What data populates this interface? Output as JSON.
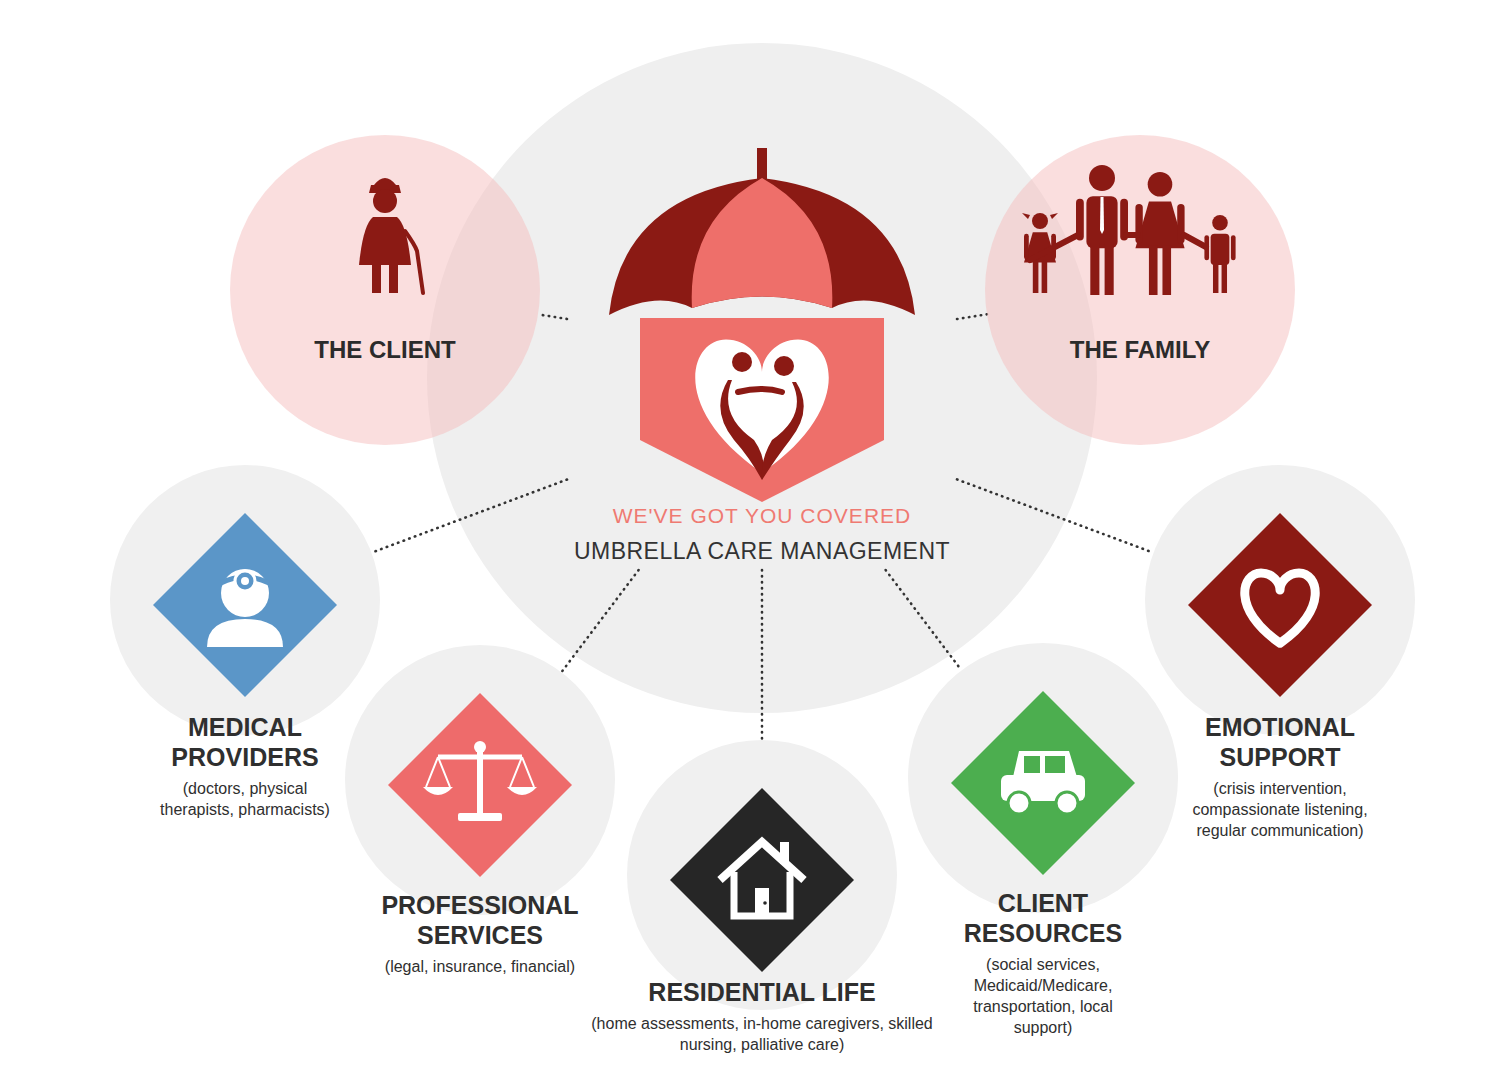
{
  "diagram": {
    "nodes": [
      {
        "text": [
          "WE'VE GOT YOU COVERED",
          "UMBRELLA CARE MANAGEMENT"
        ]
      },
      {
        "text": [
          "THE CLIENT"
        ]
      },
      {
        "text": [
          "THE FAMILY"
        ]
      },
      {
        "text": [
          "MEDICAL PROVIDERS",
          "(doctors, physical therapists, pharmacists)"
        ]
      },
      {
        "text": [
          "PROFESSIONAL SERVICES",
          "(legal, insurance, financial)"
        ]
      },
      {
        "text": [
          "RESIDENTIAL LIFE",
          "(home assessments, in-home caregivers, skilled nursing, palliative care)"
        ]
      },
      {
        "text": [
          "CLIENT RESOURCES",
          "(social services, Medicaid/Medicare, transportation, local support)"
        ]
      },
      {
        "text": [
          "EMOTIONAL SUPPORT",
          "(crisis intervention, compassionate listening, regular communication)"
        ]
      }
    ],
    "edges": [
      {
        "from": 0,
        "to": 1,
        "arrow": "none"
      },
      {
        "from": 0,
        "to": 2,
        "arrow": "none"
      },
      {
        "from": 0,
        "to": 3,
        "arrow": "none"
      },
      {
        "from": 0,
        "to": 4,
        "arrow": "none"
      },
      {
        "from": 0,
        "to": 5,
        "arrow": "none"
      },
      {
        "from": 0,
        "to": 6,
        "arrow": "none"
      },
      {
        "from": 0,
        "to": 7,
        "arrow": "none"
      }
    ]
  }
}
